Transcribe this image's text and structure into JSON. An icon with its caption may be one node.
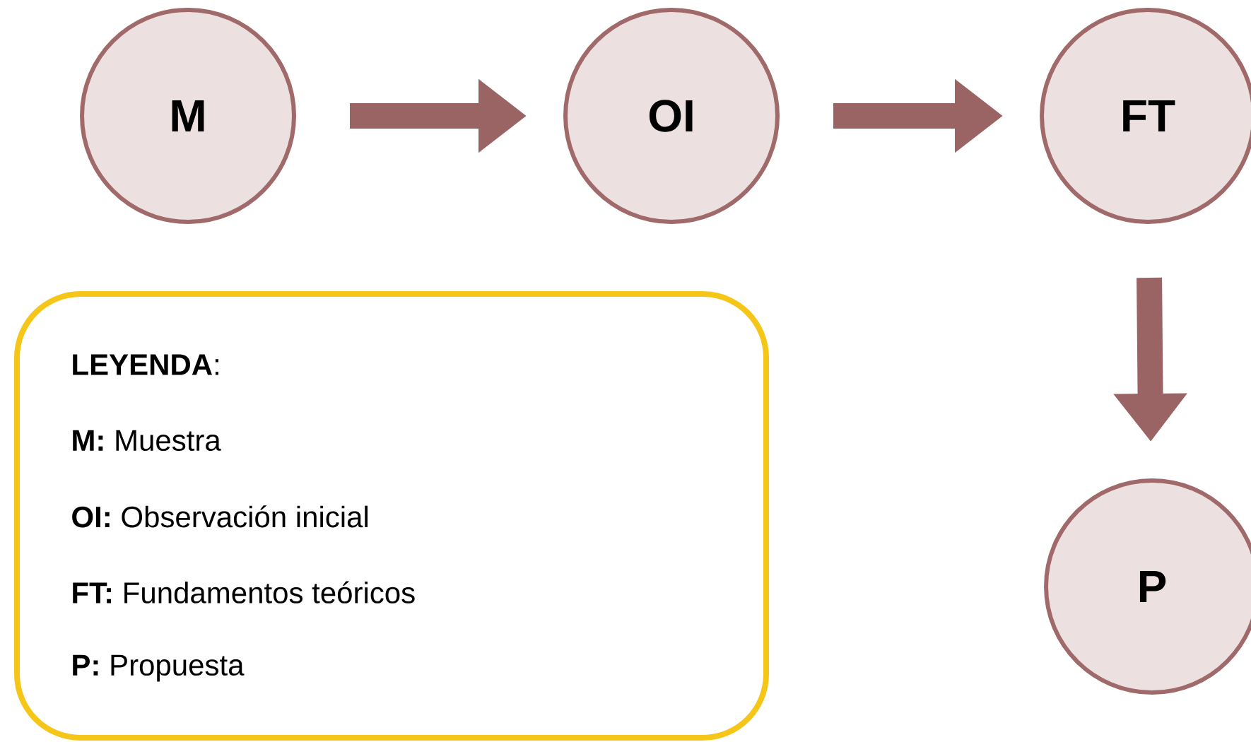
{
  "diagram": {
    "nodes": [
      {
        "text": [
          "M"
        ]
      },
      {
        "text": [
          "OI"
        ]
      },
      {
        "text": [
          "FT"
        ]
      },
      {
        "text": [
          "P"
        ]
      },
      {
        "text": [
          "**LEYENDA**:",
          "**M:** Muestra",
          "**OI:** Observación inicial",
          "**FT:** Fundamentos teóricos",
          "**P:** Propuesta"
        ]
      }
    ],
    "edges": [
      {
        "from": 0,
        "to": 1,
        "arrow": "to"
      },
      {
        "from": 1,
        "to": 2,
        "arrow": "to"
      },
      {
        "from": 2,
        "to": 3,
        "arrow": "to"
      }
    ]
  }
}
